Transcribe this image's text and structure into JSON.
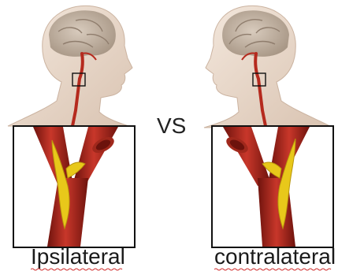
{
  "comparison_label": "VS",
  "panels": [
    {
      "label": "Ipsilateral",
      "side": "left"
    },
    {
      "label": "contralateral",
      "side": "right"
    }
  ],
  "colors": {
    "skin": "#e9d9cc",
    "brain": "#c9b9a9",
    "artery": "#b52a1e",
    "plaque": "#e8c81a",
    "frame": "#111111",
    "spellcheck": "#d03030"
  }
}
